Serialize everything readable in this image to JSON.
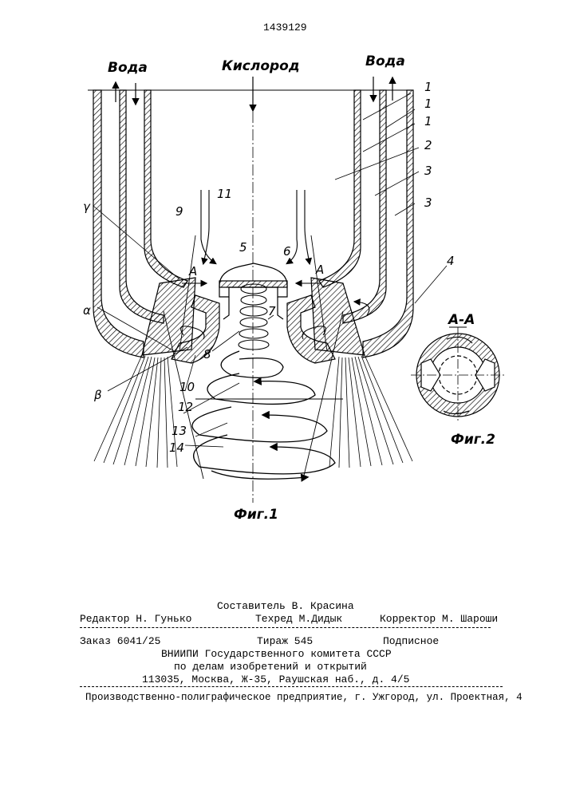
{
  "patent_number": "1439129",
  "fig1": {
    "caption": "Фиг.1",
    "label_water_left": "Вода",
    "label_oxygen": "Кислород",
    "label_water_right": "Вода",
    "numbers": [
      "1",
      "1",
      "1",
      "2",
      "3",
      "3",
      "4",
      "5",
      "6",
      "7",
      "8",
      "9",
      "10",
      "11",
      "12",
      "13",
      "14"
    ],
    "greek": [
      "γ",
      "α",
      "β"
    ],
    "section_mark": "A"
  },
  "fig2": {
    "caption": "Фиг.2",
    "section_title": "А-А"
  },
  "footer": {
    "compiler": "Составитель В. Красина",
    "editor": "Редактор Н. Гунько",
    "techred": "Техред М.Дидык",
    "corrector": "Корректор М. Шароши",
    "order": "Заказ 6041/25",
    "circulation": "Тираж 545",
    "subscription": "Подписное",
    "org_line1": "ВНИИПИ Государственного комитета СССР",
    "org_line2": "по делам изобретений и открытий",
    "org_line3": "113035, Москва, Ж-35, Раушская наб., д. 4/5",
    "printer": "Производственно-полиграфическое предприятие, г. Ужгород, ул. Проектная, 4"
  }
}
